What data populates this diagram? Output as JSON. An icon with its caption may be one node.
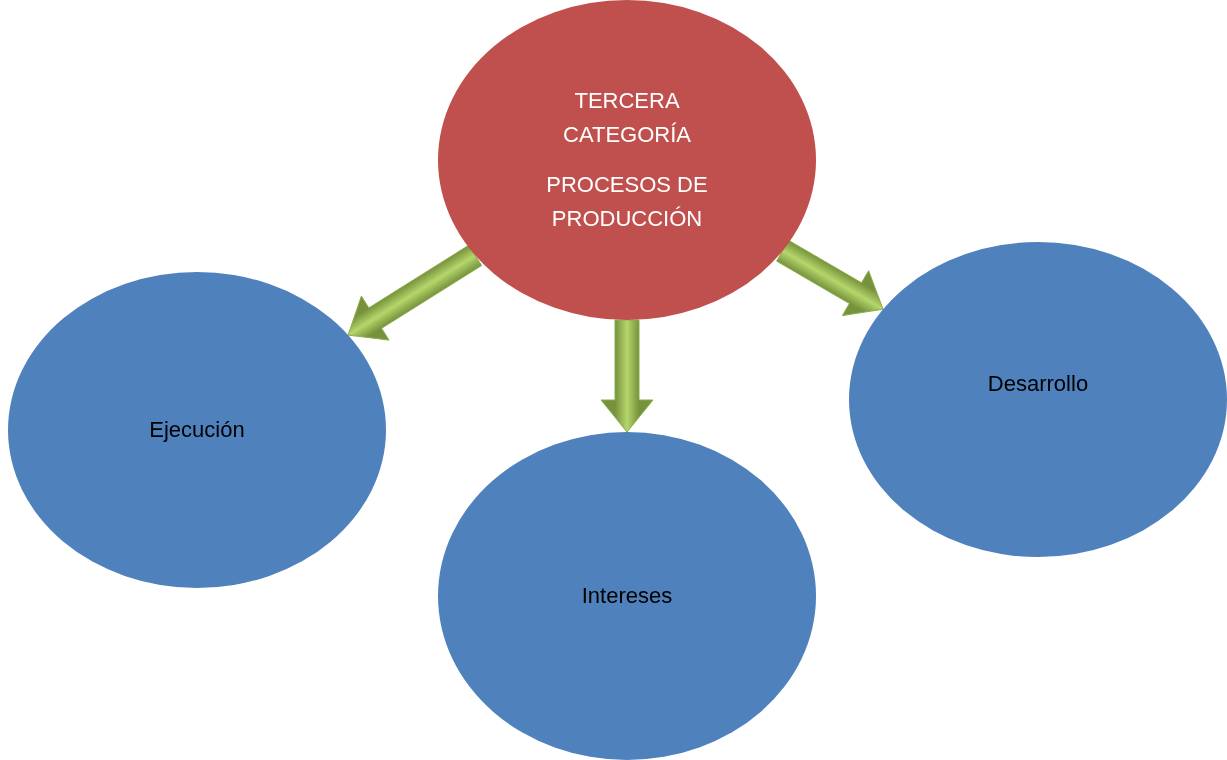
{
  "diagram": {
    "nodes": [
      {
        "text": [
          "TERCERA CATEGORÍA",
          "PROCESOS DE PRODUCCIÓN"
        ]
      },
      {
        "text": [
          "Ejecución"
        ]
      },
      {
        "text": [
          "Intereses"
        ]
      },
      {
        "text": [
          "Desarrollo"
        ]
      }
    ],
    "edges": [
      {
        "from": 0,
        "to": 1,
        "arrow": "to"
      },
      {
        "from": 0,
        "to": 2,
        "arrow": "to"
      },
      {
        "from": 0,
        "to": 3,
        "arrow": "to"
      }
    ]
  }
}
